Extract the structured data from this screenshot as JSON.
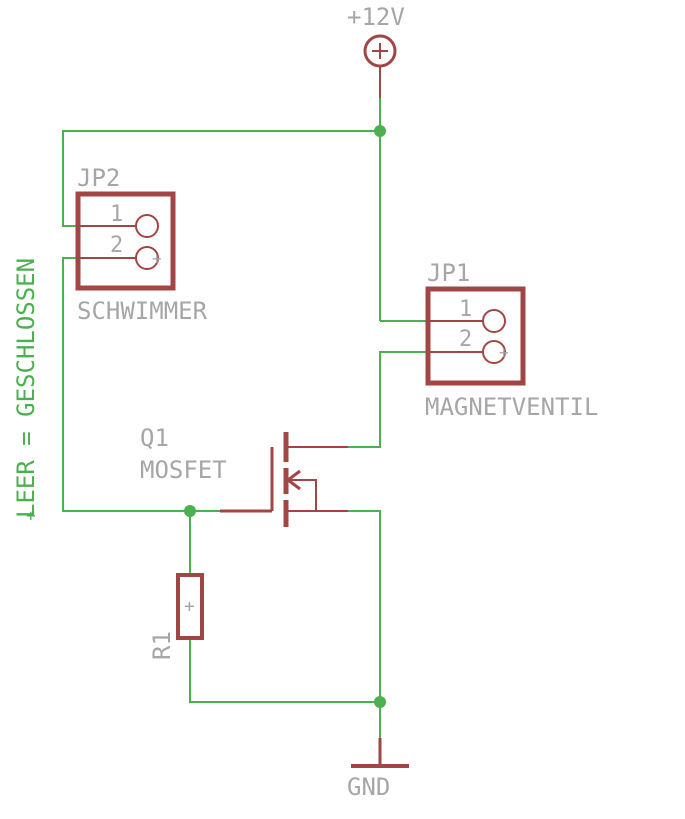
{
  "colors": {
    "wire": "#4caf50",
    "component": "#a24545",
    "label": "#a6a6a6",
    "note": "#4caf50",
    "background": "#ffffff"
  },
  "supply": {
    "label": "+12V"
  },
  "ground": {
    "label": "GND"
  },
  "note": {
    "text": "LEER = GESCHLOSSEN"
  },
  "jp2": {
    "name": "JP2",
    "value": "SCHWIMMER",
    "pin1": "1",
    "pin2": "2"
  },
  "jp1": {
    "name": "JP1",
    "value": "MAGNETVENTIL",
    "pin1": "1",
    "pin2": "2"
  },
  "q1": {
    "name": "Q1",
    "value": "MOSFET"
  },
  "r1": {
    "name": "R1"
  }
}
